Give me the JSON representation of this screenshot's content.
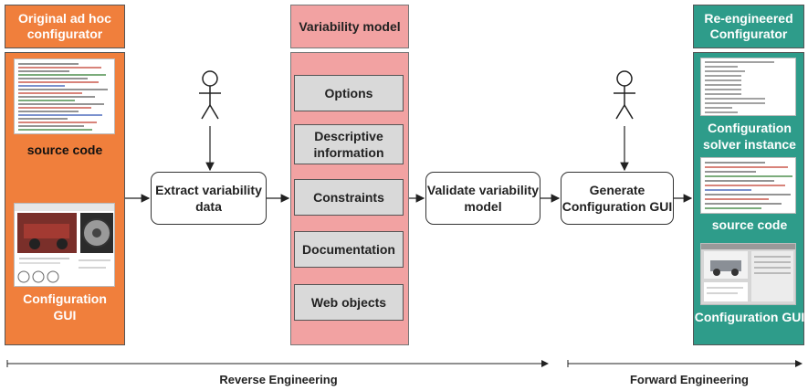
{
  "left": {
    "title": "Original ad hoc configurator",
    "source_code_label": "source code",
    "gui_label": "Configuration GUI"
  },
  "extract": {
    "label": "Extract variability data"
  },
  "variability_model": {
    "title": "Variability model",
    "items": [
      "Options",
      "Descriptive information",
      "Constraints",
      "Documentation",
      "Web objects"
    ]
  },
  "validate": {
    "label": "Validate variability model"
  },
  "generate": {
    "label": "Generate Configuration GUI"
  },
  "right": {
    "title": "Re-engineered Configurator",
    "solver_label": "Configuration solver instance",
    "source_code_label": "source code",
    "gui_label": "Configuration GUI"
  },
  "phases": {
    "reverse": "Reverse Engineering",
    "forward": "Forward Engineering"
  },
  "colors": {
    "left_column": "#f07f3c",
    "variability_model": "#f2a2a2",
    "model_items": "#d9d9d9",
    "right_column": "#2e9c8a"
  }
}
